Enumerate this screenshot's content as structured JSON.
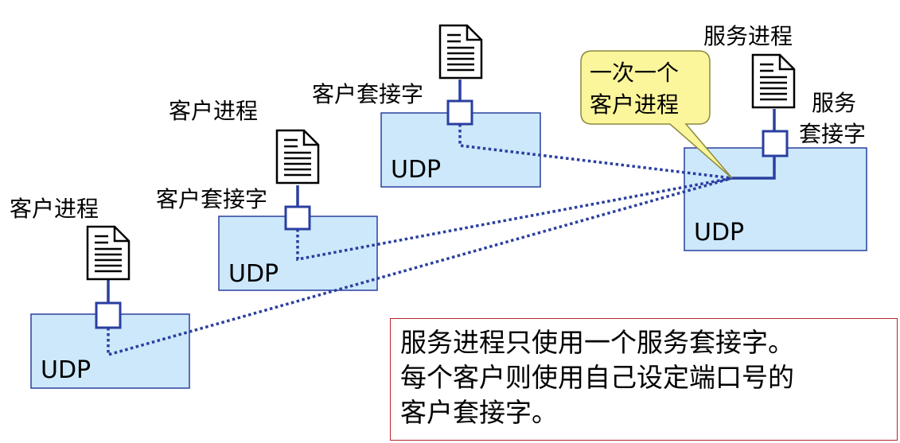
{
  "colors": {
    "udp_fill": "#cce8fa",
    "udp_border": "#2a3fa0",
    "connector": "#2a3fa0",
    "callout_fill": "#fbf59b",
    "callout_border": "#8a8a40",
    "note_border": "#b0272c"
  },
  "icons": {
    "process": "document-icon",
    "socket": "socket-port-icon"
  },
  "clients": [
    {
      "process_label": "客户进程",
      "socket_label": "",
      "udp_label": "UDP"
    },
    {
      "process_label": "客户进程",
      "socket_label": "客户套接字",
      "udp_label": "UDP"
    },
    {
      "process_label": "",
      "socket_label": "客户套接字",
      "udp_label": "UDP"
    }
  ],
  "server": {
    "process_label": "服务进程",
    "socket_label_line1": "服务",
    "socket_label_line2": "套接字",
    "udp_label": "UDP"
  },
  "callout": {
    "line1": "一次一个",
    "line2": "客户进程"
  },
  "note": {
    "line1": "服务进程只使用一个服务套接字。",
    "line2": "每个客户则使用自己设定端口号的",
    "line3": "客户套接字。"
  }
}
